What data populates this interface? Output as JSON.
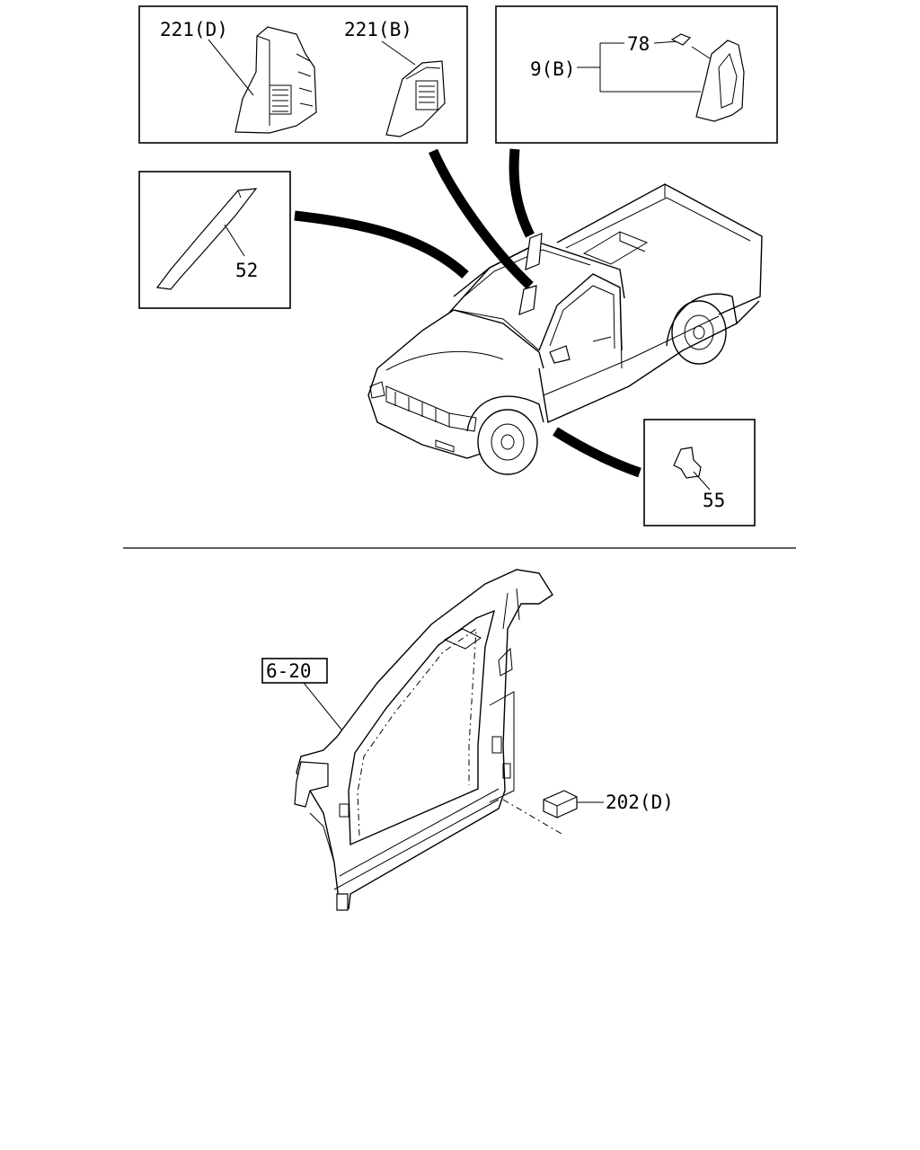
{
  "callouts": {
    "c221d": "221(D)",
    "c221b": "221(B)",
    "c78": "78",
    "c9b": "9(B)",
    "c52": "52",
    "c55": "55",
    "c620": "6-20",
    "c202d": "202(D)"
  }
}
